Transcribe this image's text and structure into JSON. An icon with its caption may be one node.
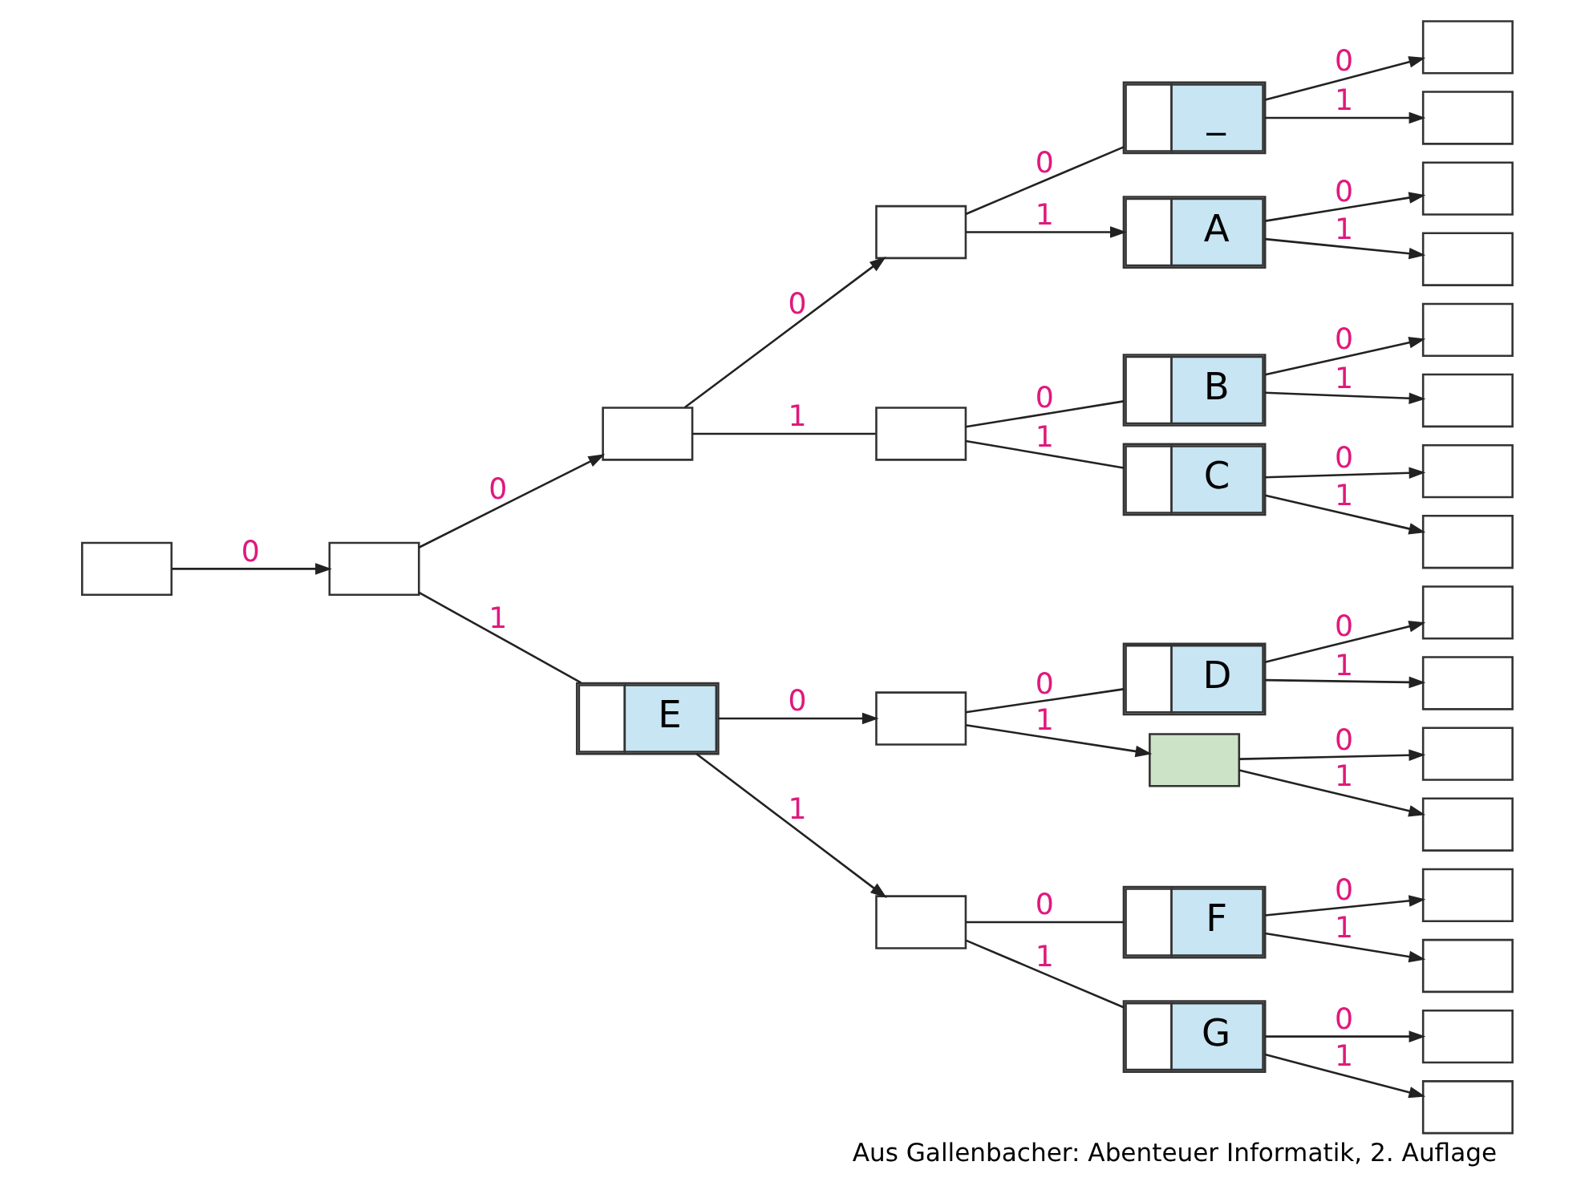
{
  "diagram": {
    "caption": "Aus Gallenbacher: Abenteuer Informatik, 2. Auflage",
    "nodes": [
      {
        "text": [],
        "shape": "box"
      },
      {
        "text": [],
        "shape": "box"
      },
      {
        "text": [],
        "shape": "box"
      },
      {
        "text": [
          "E"
        ]
      },
      {
        "text": [],
        "shape": "box"
      },
      {
        "text": [],
        "shape": "box"
      },
      {
        "text": [],
        "shape": "box"
      },
      {
        "text": [],
        "shape": "box"
      },
      {
        "text": [
          "_"
        ]
      },
      {
        "text": [
          "A"
        ]
      },
      {
        "text": [
          "B"
        ]
      },
      {
        "text": [
          "C"
        ]
      },
      {
        "text": [
          "D"
        ]
      },
      {
        "text": [],
        "shape": "box"
      },
      {
        "text": [
          "F"
        ]
      },
      {
        "text": [
          "G"
        ]
      },
      {
        "text": [],
        "shape": "box"
      },
      {
        "text": [],
        "shape": "box"
      },
      {
        "text": [],
        "shape": "box"
      },
      {
        "text": [],
        "shape": "box"
      },
      {
        "text": [],
        "shape": "box"
      },
      {
        "text": [],
        "shape": "box"
      },
      {
        "text": [],
        "shape": "box"
      },
      {
        "text": [],
        "shape": "box"
      },
      {
        "text": [],
        "shape": "box"
      },
      {
        "text": [],
        "shape": "box"
      },
      {
        "text": [],
        "shape": "box"
      },
      {
        "text": [],
        "shape": "box"
      },
      {
        "text": [],
        "shape": "box"
      },
      {
        "text": [],
        "shape": "box"
      },
      {
        "text": [],
        "shape": "box"
      },
      {
        "text": [],
        "shape": "box"
      }
    ],
    "edges": [
      {
        "from": 0,
        "to": 1,
        "arrow": "to",
        "label": "0"
      },
      {
        "from": 1,
        "to": 2,
        "arrow": "to",
        "label": "0"
      },
      {
        "from": 1,
        "to": 3,
        "arrow": "none",
        "label": "1"
      },
      {
        "from": 2,
        "to": 4,
        "arrow": "to",
        "label": "0"
      },
      {
        "from": 2,
        "to": 5,
        "arrow": "none",
        "label": "1"
      },
      {
        "from": 3,
        "to": 6,
        "arrow": "to",
        "label": "0"
      },
      {
        "from": 3,
        "to": 7,
        "arrow": "to",
        "label": "1"
      },
      {
        "from": 4,
        "to": 8,
        "arrow": "none",
        "label": "0"
      },
      {
        "from": 4,
        "to": 9,
        "arrow": "to",
        "label": "1"
      },
      {
        "from": 5,
        "to": 10,
        "arrow": "none",
        "label": "0"
      },
      {
        "from": 5,
        "to": 11,
        "arrow": "none",
        "label": "1"
      },
      {
        "from": 6,
        "to": 12,
        "arrow": "none",
        "label": "0"
      },
      {
        "from": 6,
        "to": 13,
        "arrow": "to",
        "label": "1"
      },
      {
        "from": 7,
        "to": 14,
        "arrow": "none",
        "label": "0"
      },
      {
        "from": 7,
        "to": 15,
        "arrow": "none",
        "label": "1"
      },
      {
        "from": 8,
        "to": 16,
        "arrow": "to",
        "label": "0"
      },
      {
        "from": 8,
        "to": 17,
        "arrow": "to",
        "label": "1"
      },
      {
        "from": 9,
        "to": 18,
        "arrow": "to",
        "label": "0"
      },
      {
        "from": 9,
        "to": 19,
        "arrow": "to",
        "label": "1"
      },
      {
        "from": 10,
        "to": 20,
        "arrow": "to",
        "label": "0"
      },
      {
        "from": 10,
        "to": 21,
        "arrow": "to",
        "label": "1"
      },
      {
        "from": 11,
        "to": 22,
        "arrow": "to",
        "label": "0"
      },
      {
        "from": 11,
        "to": 23,
        "arrow": "to",
        "label": "1"
      },
      {
        "from": 12,
        "to": 24,
        "arrow": "to",
        "label": "0"
      },
      {
        "from": 12,
        "to": 25,
        "arrow": "to",
        "label": "1"
      },
      {
        "from": 13,
        "to": 26,
        "arrow": "to",
        "label": "0"
      },
      {
        "from": 13,
        "to": 27,
        "arrow": "to",
        "label": "1"
      },
      {
        "from": 14,
        "to": 28,
        "arrow": "to",
        "label": "0"
      },
      {
        "from": 14,
        "to": 29,
        "arrow": "to",
        "label": "1"
      },
      {
        "from": 15,
        "to": 30,
        "arrow": "to",
        "label": "0"
      },
      {
        "from": 15,
        "to": 31,
        "arrow": "to",
        "label": "1"
      }
    ]
  }
}
